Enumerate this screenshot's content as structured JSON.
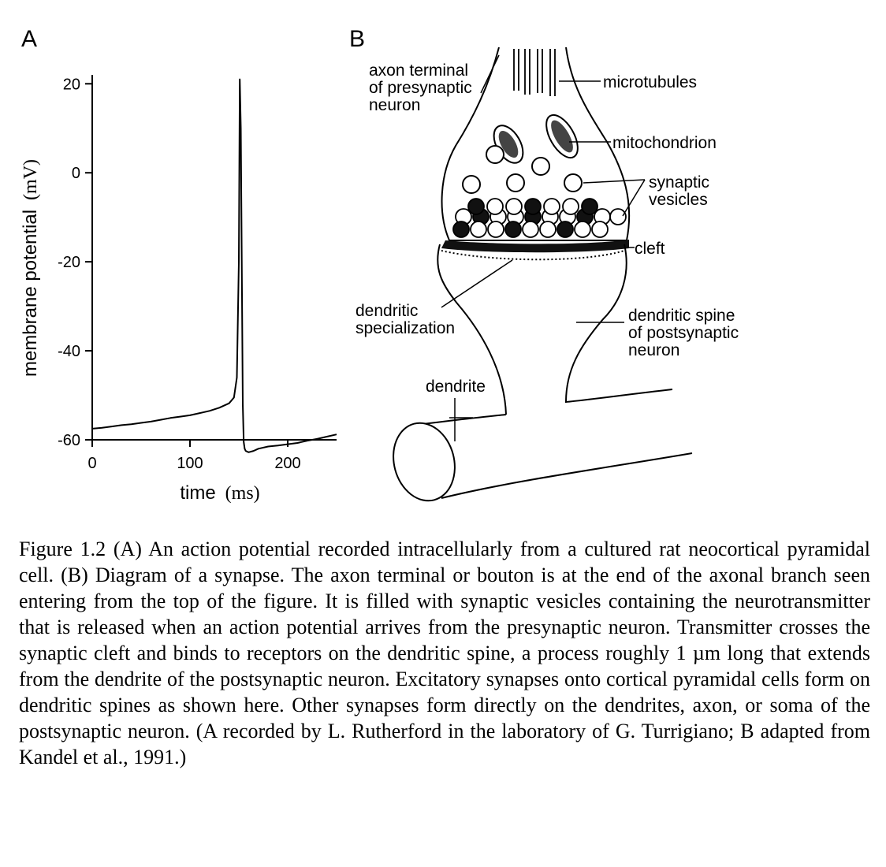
{
  "panel_a": {
    "letter": "A",
    "chart_data": {
      "type": "line",
      "title": "",
      "xlabel": "time",
      "xlabel_unit": "(ms)",
      "ylabel": "membrane potential",
      "ylabel_unit": "(mV)",
      "xlim": [
        0,
        250
      ],
      "ylim": [
        -60,
        22
      ],
      "x_ticks": [
        0,
        100,
        200
      ],
      "x_tick_labels": [
        "0",
        "100",
        "200"
      ],
      "y_ticks": [
        20,
        0,
        -20,
        -40,
        -60
      ],
      "y_tick_labels": [
        "20",
        "0",
        "-20",
        "-40",
        "-60"
      ],
      "grid": false,
      "series": [
        {
          "x": [
            0,
            10,
            20,
            30,
            40,
            50,
            60,
            70,
            80,
            90,
            100,
            110,
            120,
            130,
            140,
            145,
            148,
            150,
            151,
            152,
            153,
            154,
            155,
            156,
            157,
            160,
            165,
            170,
            180,
            190,
            200,
            210,
            220,
            230,
            240,
            250
          ],
          "y": [
            -57.5,
            -57.3,
            -57.0,
            -56.7,
            -56.5,
            -56.2,
            -55.9,
            -55.5,
            -55.1,
            -54.8,
            -54.5,
            -54.0,
            -53.5,
            -52.8,
            -51.8,
            -50.5,
            -46.0,
            -20.0,
            21.0,
            10.0,
            -20.0,
            -52.0,
            -60.5,
            -62.0,
            -62.5,
            -62.8,
            -62.5,
            -62.0,
            -61.5,
            -61.3,
            -61.0,
            -60.7,
            -60.2,
            -59.8,
            -59.3,
            -58.8
          ]
        }
      ]
    }
  },
  "panel_b": {
    "letter": "B",
    "labels": {
      "axon_terminal": [
        "axon terminal",
        "of presynaptic",
        "neuron"
      ],
      "microtubules": "microtubules",
      "mitochondrion": "mitochondrion",
      "synaptic_vesicles": [
        "synaptic",
        "vesicles"
      ],
      "cleft": "cleft",
      "dendritic_specialization": [
        "dendritic",
        "specialization"
      ],
      "dendritic_spine": [
        "dendritic spine",
        "of postsynaptic",
        "neuron"
      ],
      "dendrite": "dendrite"
    }
  },
  "caption": "Figure 1.2 (A) An action potential recorded intracellularly from a cultured rat neocortical pyramidal cell.  (B) Diagram of a synapse.  The axon terminal or bouton is at the end of the axonal branch seen entering from the top of the figure.  It is filled with synaptic vesicles containing the neurotransmitter that is released when an action potential arrives from the presynaptic neuron.  Transmitter crosses the synaptic cleft and binds to receptors on the dendritic spine, a process roughly 1 µm long that extends from the dendrite of the postsynaptic neuron.  Excitatory synapses onto cortical pyramidal cells form on dendritic spines as shown here.  Other synapses form directly on the dendrites, axon, or soma of the postsynaptic neuron. (A recorded by L. Rutherford in the laboratory of G. Turrigiano; B adapted from Kandel et al., 1991.)"
}
